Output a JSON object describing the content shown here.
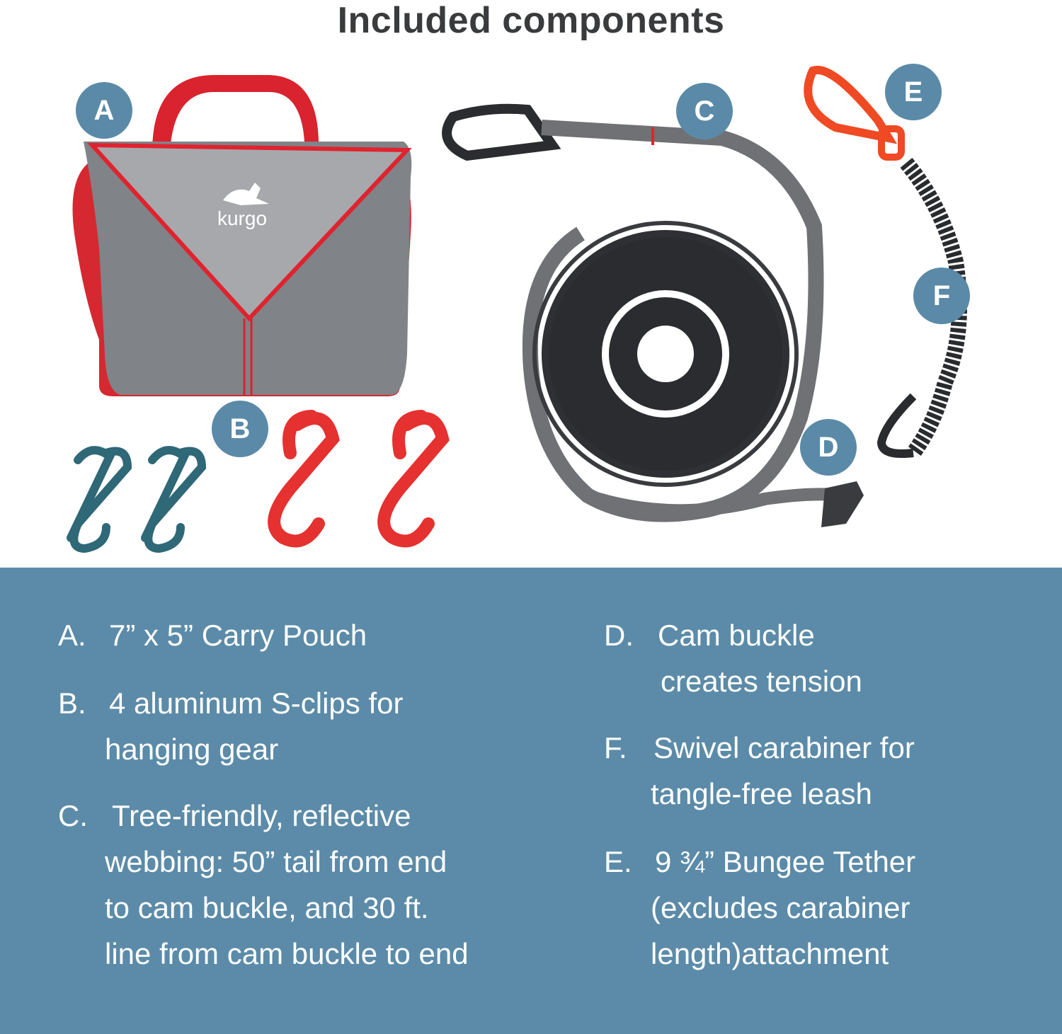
{
  "title": "Included components",
  "badges": {
    "a": "A",
    "b": "B",
    "c": "C",
    "d": "D",
    "e": "E",
    "f": "F"
  },
  "product": {
    "brand_logo_text": "kurgo"
  },
  "colors": {
    "panel_bg": "#5b8ba8",
    "badge_bg": "#5a8aa7",
    "title_text": "#3a3b3d",
    "accent_red": "#d9232e",
    "teal_clip": "#2f6877"
  },
  "components": {
    "left": [
      {
        "letter": "A.",
        "lines": [
          "7” x 5” Carry Pouch"
        ]
      },
      {
        "letter": "B.",
        "lines": [
          "4 aluminum S-clips for",
          "hanging gear"
        ]
      },
      {
        "letter": "C.",
        "lines": [
          "Tree-friendly, reflective",
          "webbing: 50” tail from end",
          "to cam buckle, and 30 ft.",
          "line from cam buckle to end"
        ]
      }
    ],
    "right": [
      {
        "letter": "D.",
        "lines": [
          "Cam buckle",
          "creates tension"
        ]
      },
      {
        "letter": "F.",
        "lines": [
          "Swivel carabiner for",
          "tangle-free leash"
        ]
      },
      {
        "letter": "E.",
        "lines": [
          "9 ¾” Bungee Tether",
          "(excludes carabiner",
          "length)attachment"
        ]
      }
    ]
  }
}
